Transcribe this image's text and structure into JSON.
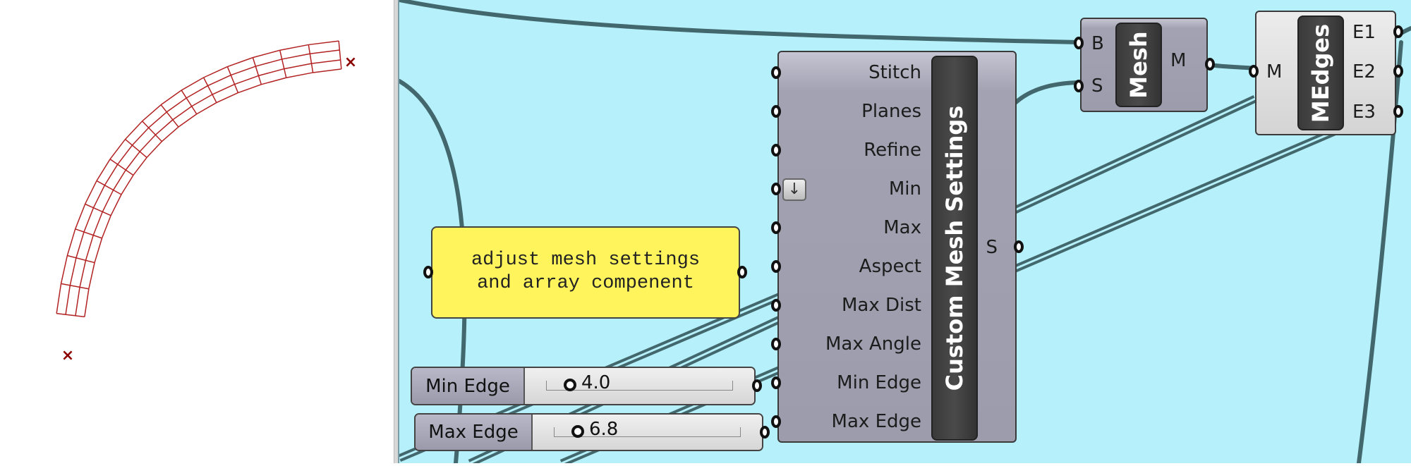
{
  "viewport": {
    "marker_icon": "x-marker",
    "mesh_color": "#b22222"
  },
  "canvas": {
    "background": "#b6f0fb",
    "wire_color": "#42676c"
  },
  "panel": {
    "line1": "adjust mesh settings",
    "line2": "and array compenent"
  },
  "sliders": [
    {
      "name": "Min Edge",
      "value": "4.0",
      "fraction": 0.2
    },
    {
      "name": "Max Edge",
      "value": "6.8",
      "fraction": 0.2
    }
  ],
  "custom_mesh": {
    "title": "Custom Mesh Settings",
    "inputs": [
      "Stitch",
      "Planes",
      "Refine",
      "Min",
      "Max",
      "Aspect",
      "Max Dist",
      "Max Angle",
      "Min Edge",
      "Max Edge"
    ],
    "output": "S",
    "min_icon": "arrow-down-icon"
  },
  "mesh": {
    "title": "Mesh",
    "inputs": [
      "B",
      "S"
    ],
    "output": "M"
  },
  "medges": {
    "title": "MEdges",
    "input": "M",
    "outputs": [
      "E1",
      "E2",
      "E3"
    ]
  }
}
